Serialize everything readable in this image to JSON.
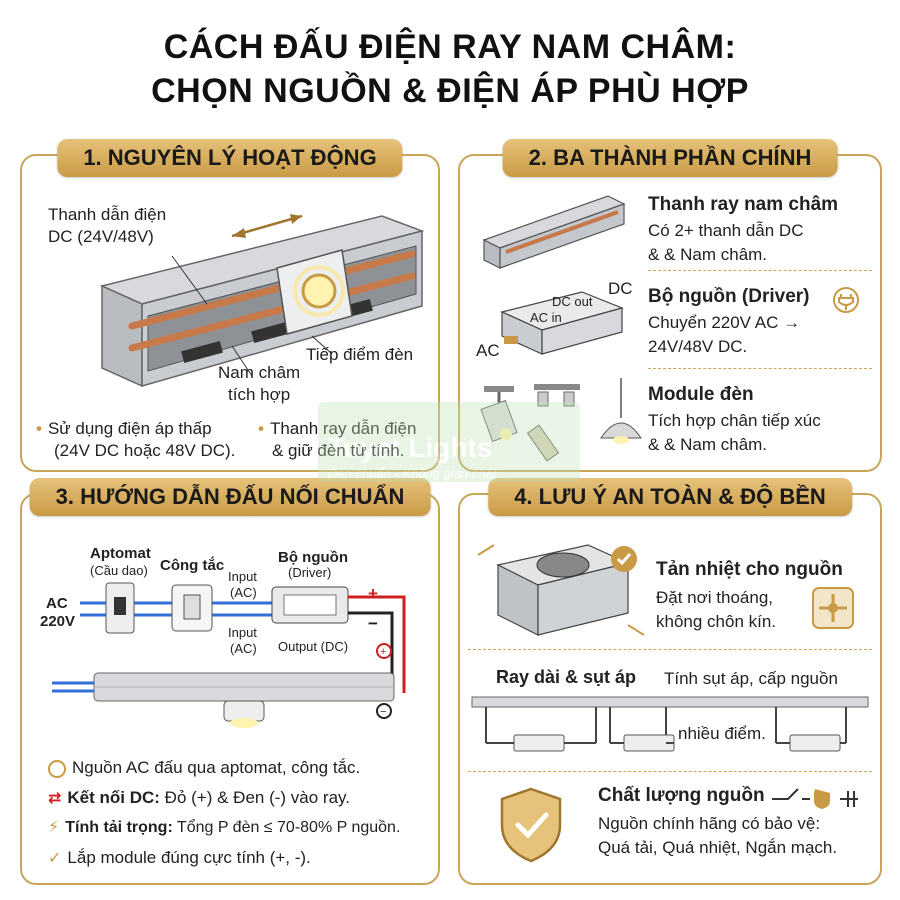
{
  "header": {
    "line1": "CÁCH ĐẤU ĐIỆN RAY NAM CHÂM:",
    "line2": "CHỌN NGUỒN & ĐIỆN ÁP PHÙ HỢP"
  },
  "panel1": {
    "title": "1. NGUYÊN LÝ HOẠT ĐỘNG",
    "label_conductor_1": "Thanh dẫn điện",
    "label_conductor_2": "DC (24V/48V)",
    "label_contact": "Tiếp điểm đèn",
    "label_magnet_1": "Nam châm",
    "label_magnet_2": "tích hợp",
    "bullet1_line1": "Sử dụng điện áp thấp",
    "bullet1_line2": "(24V DC hoặc 48V DC).",
    "bullet2_line1": "Thanh ray dẫn điện",
    "bullet2_line2": "& giữ đèn từ tính."
  },
  "panel2": {
    "title": "2. BA THÀNH PHẦN CHÍNH",
    "rail_title": "Thanh ray nam châm",
    "rail_desc1": "Có 2+ thanh dẫn DC",
    "rail_desc2": "& & Nam châm.",
    "driver_title": "Bộ nguồn (Driver)",
    "driver_desc1": "Chuyển 220V AC →",
    "driver_desc2": "24V/48V DC.",
    "module_title": "Module đèn",
    "module_desc1": "Tích hợp chân tiếp xúc",
    "module_desc2": "& & Nam châm.",
    "label_dc": "DC",
    "label_ac": "AC",
    "box_dc_out": "DC out",
    "box_ac_in": "AC in"
  },
  "panel3": {
    "title": "3. HƯỚNG DẪN ĐẤU NỐI CHUẨN",
    "aptomat": "Aptomat",
    "aptomat_sub": "(Cầu dao)",
    "switch": "Công tắc",
    "driver": "Bộ nguồn",
    "driver_sub": "(Driver)",
    "input_ac": "Input",
    "input_ac_sub": "(AC)",
    "output_dc": "Output (DC)",
    "ac_label_1": "AC",
    "ac_label_2": "220V",
    "plus": "+",
    "minus": "−",
    "note1": "Nguồn AC đấu qua aptomat, công tắc.",
    "note2_bold": "Kết nối DC:",
    "note2_rest": " Đỏ (+) & Đen (-) vào ray.",
    "note3_bold": "Tính tải trọng:",
    "note3_rest": " Tổng P đèn ≤ 70-80% P nguồn.",
    "note4": "Lắp module đúng cực tính (+, -)."
  },
  "panel4": {
    "title": "4. LƯU Ý AN TOÀN & ĐỘ BỀN",
    "cooling_title": "Tản nhiệt cho nguồn",
    "cooling_desc1": "Đặt nơi thoáng,",
    "cooling_desc2": "không chôn kín.",
    "drop_title": "Ray dài & sụt áp",
    "drop_desc1": "Tính sụt áp, cấp nguồn",
    "drop_desc2": "nhiều điểm.",
    "quality_title": "Chất lượng nguồn",
    "quality_desc1": "Nguồn chính hãng có bảo vệ:",
    "quality_desc2": "Quá tải, Quá nhiệt, Ngắn mạch."
  },
  "watermark": {
    "brand": "Tuyet Lights",
    "tagline": "Đèn chuẩn - Không gian chất"
  },
  "colors": {
    "gold": "#c99a45",
    "gold_light": "#e6c27a",
    "copper": "#c8794a",
    "wire_red": "#d11f1f",
    "wire_blue": "#2f6fd6",
    "text": "#1a1a1a"
  }
}
